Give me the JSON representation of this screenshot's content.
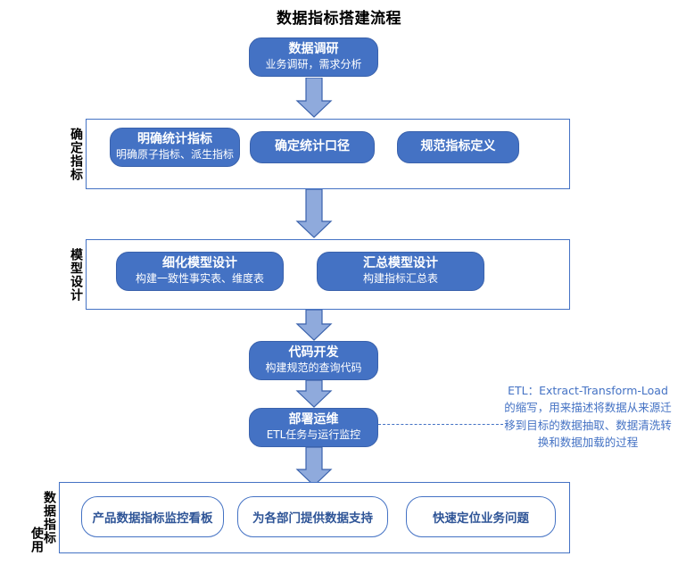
{
  "title": "数据指标搭建流程",
  "stages": {
    "research": {
      "heading": "数据调研",
      "sub": "业务调研，需求分析"
    },
    "define": {
      "side_label_main": "确定指标",
      "boxes": [
        {
          "heading": "明确统计指标",
          "sub": "明确原子指标、派生指标"
        },
        {
          "heading": "确定统计口径",
          "sub": ""
        },
        {
          "heading": "规范指标定义",
          "sub": ""
        }
      ]
    },
    "model": {
      "side_label_main": "模型设计",
      "boxes": [
        {
          "heading": "细化模型设计",
          "sub": "构建一致性事实表、维度表"
        },
        {
          "heading": "汇总模型设计",
          "sub": "构建指标汇总表"
        }
      ]
    },
    "code": {
      "heading": "代码开发",
      "sub": "构建规范的查询代码"
    },
    "deploy": {
      "heading": "部署运维",
      "sub": "ETL任务与运行监控"
    },
    "usage": {
      "side_label_main": "数据指标",
      "side_label_secondary": "使用",
      "boxes": [
        {
          "heading": "产品数据指标监控看板"
        },
        {
          "heading": "为各部门提供数据支持"
        },
        {
          "heading": "快速定位业务问题"
        }
      ]
    }
  },
  "annotation": {
    "etl_note": "ETL：Extract-Transform-Load 的缩写，用来描述将数据从来源迁移到目标的数据抽取、数据清洗转换和数据加载的过程"
  },
  "colors": {
    "box_fill": "#4472C4",
    "box_border": "#3A62AC",
    "arrow_fill": "#8FAADC",
    "arrow_stroke": "#3A62AC",
    "container_border": "#4472C4",
    "annotation_text": "#4472C4",
    "outline_box_text": "#2F5597",
    "title_text": "#000000"
  }
}
